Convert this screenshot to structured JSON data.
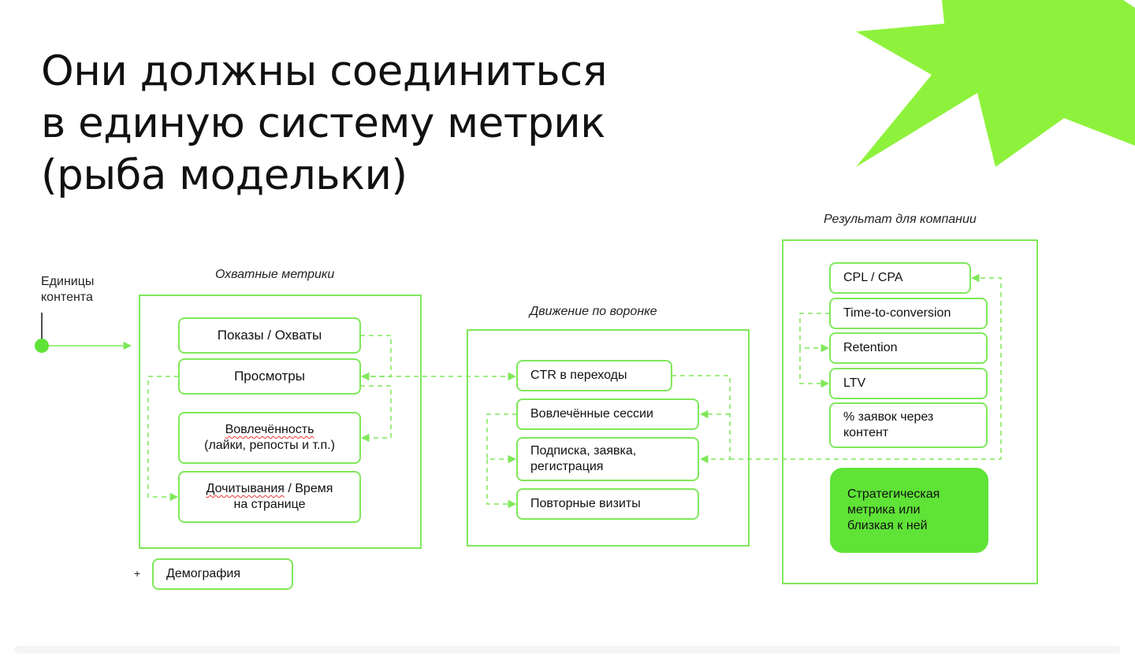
{
  "title": {
    "line1": "Они должны соединиться",
    "line2": "в единую систему метрик",
    "line3": "(рыба модельки)"
  },
  "units": {
    "line1": "Единицы",
    "line2": "контента"
  },
  "reach": {
    "label": "Охватные метрики",
    "shows": "Показы / Охваты",
    "views": "Просмотры",
    "engagement_part1": "Вовлечённость",
    "engagement_part2": "(лайки, репосты и т.п.)",
    "readthrough_part1": "Дочитывания",
    "readthrough_part2": " / Время",
    "readthrough_part3": "на странице"
  },
  "demography": {
    "plus": "+",
    "label": "Демография"
  },
  "funnel": {
    "label": "Движение по воронке",
    "ctr": "CTR в переходы",
    "sessions": "Вовлечённые сессии",
    "signup_line1": "Подписка, заявка,",
    "signup_line2": "регистрация",
    "repeat": "Повторные визиты"
  },
  "result": {
    "label": "Результат для компании",
    "cpl": "CPL / CPA",
    "ttc": "Time-to-conversion",
    "retention": "Retention",
    "ltv": "LTV",
    "requests_line1": "% заявок через",
    "requests_line2": "контент",
    "strategic_line1": "Стратегическая",
    "strategic_line2": "метрика или",
    "strategic_line3": "близкая к ней"
  },
  "colors": {
    "accent": "#7fe85a",
    "strategic": "#5fe337",
    "star": "#8ef23c"
  }
}
